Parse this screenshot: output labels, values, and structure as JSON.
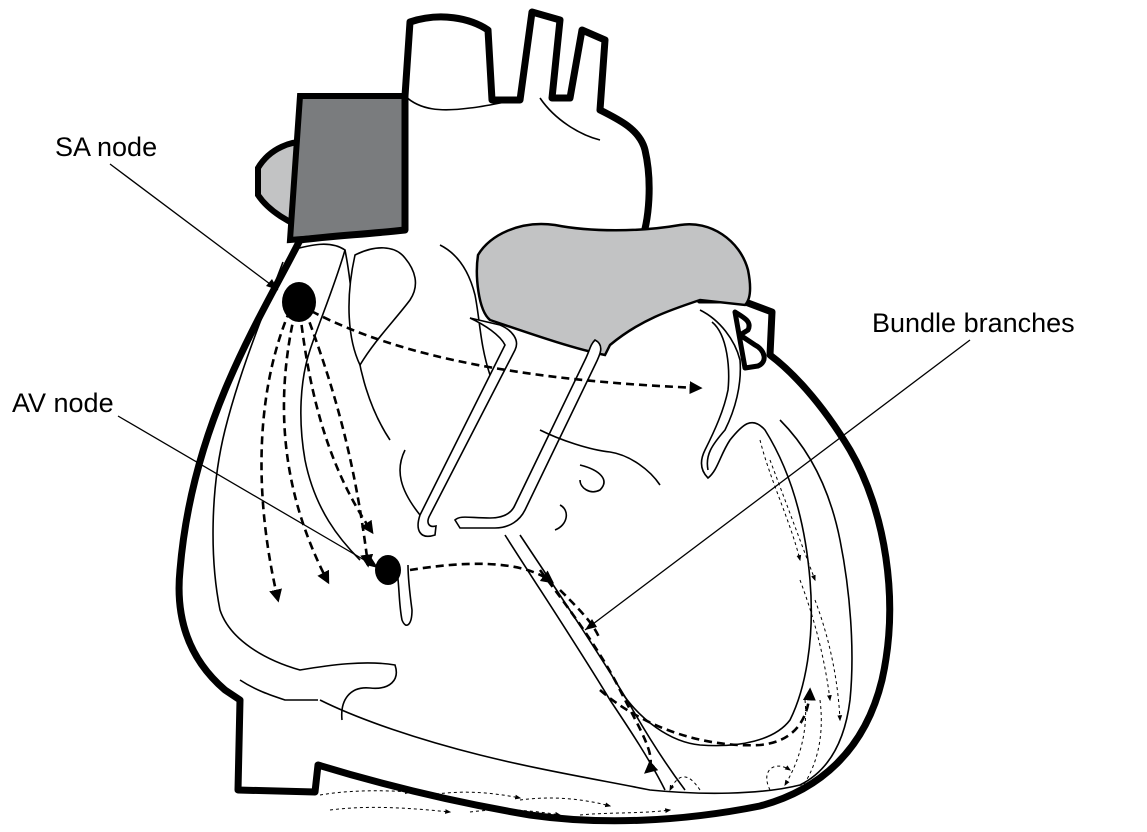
{
  "labels": {
    "sa_node": "SA node",
    "av_node": "AV node",
    "bundle_branches": "Bundle branches"
  },
  "colors": {
    "outline": "#000000",
    "background": "#ffffff",
    "dark_vessel": "#7a7c7e",
    "light_vessel": "#c2c3c4",
    "node_fill": "#000000"
  }
}
